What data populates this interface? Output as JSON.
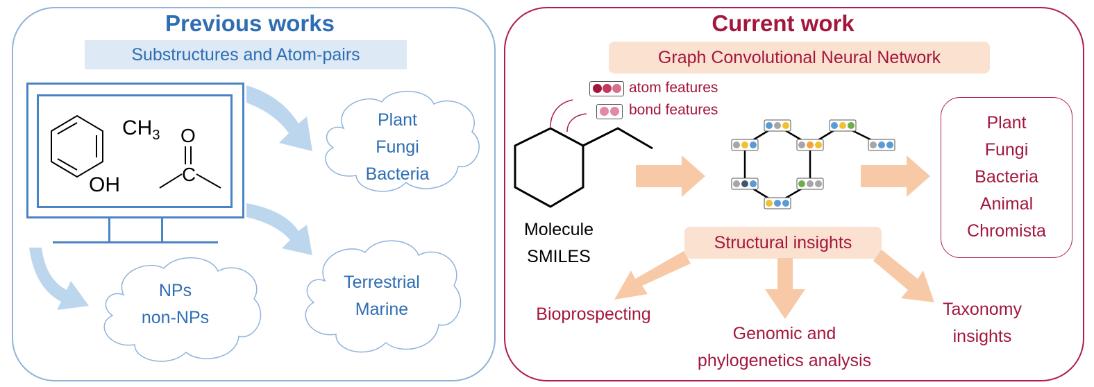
{
  "left": {
    "title": "Previous works",
    "subtitle": "Substructures and Atom-pairs",
    "molecule": {
      "methyl_prefix": "CH",
      "methyl_sub": "3",
      "carbonyl_o": "O",
      "carbonyl_c": "C",
      "hydroxyl": "OH"
    },
    "clouds": [
      {
        "lines": [
          "Plant",
          "Fungi",
          "Bacteria"
        ]
      },
      {
        "lines": [
          "Terrestrial",
          "Marine"
        ]
      },
      {
        "lines": [
          "NPs",
          "non-NPs"
        ]
      }
    ]
  },
  "right": {
    "title": "Current work",
    "subtitle": "Graph Convolutional Neural Network",
    "atom_features": "atom features",
    "bond_features": "bond features",
    "molecule_label": [
      "Molecule",
      "SMILES"
    ],
    "kingdoms": [
      "Plant",
      "Fungi",
      "Bacteria",
      "Animal",
      "Chromista"
    ],
    "insights_box": "Structural insights",
    "outputs": {
      "bioprospecting": "Bioprospecting",
      "genomic": [
        "Genomic and",
        "phylogenetics analysis"
      ],
      "taxonomy": [
        "Taxonomy",
        "insights"
      ]
    }
  },
  "colors": {
    "blue_text": "#2e6db3",
    "blue_border": "#8fb3d9",
    "blue_band": "#dde9f5",
    "blue_arrow": "#bcd6ee",
    "red_text": "#a3173d",
    "red_border": "#b01d44",
    "peach_band": "#fbe1d0",
    "peach_arrow": "#f8c9a6",
    "node_yellow": "#f2c12e",
    "node_blue": "#5b9bd5",
    "node_gray": "#a6a6a6",
    "node_green": "#70ad47",
    "node_navy": "#44546a"
  }
}
